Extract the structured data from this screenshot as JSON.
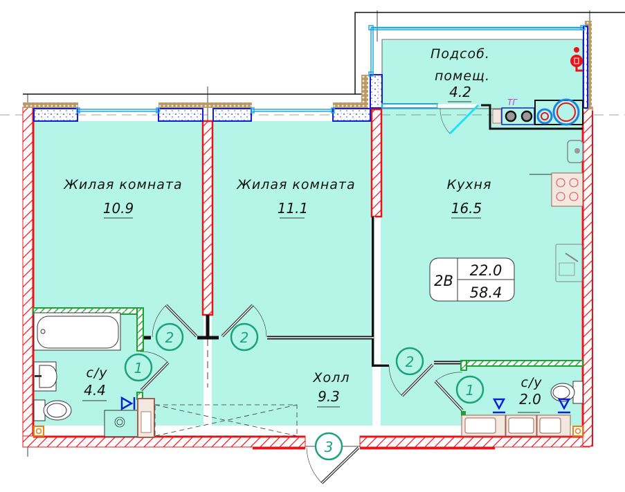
{
  "plan": {
    "apartment_type": "2В",
    "living_area": "22.0",
    "total_area": "58.4",
    "rooms": [
      {
        "id": "bedroom1",
        "name": "Жилая комната",
        "area": "10.9"
      },
      {
        "id": "bedroom2",
        "name": "Жилая комната",
        "area": "11.1"
      },
      {
        "id": "kitchen",
        "name": "Кухня",
        "area": "16.5"
      },
      {
        "id": "utility",
        "name_line1": "Подсоб.",
        "name_line2": "помещ.",
        "area": "4.2"
      },
      {
        "id": "bath1",
        "name": "с/у",
        "area": "4.4"
      },
      {
        "id": "hall",
        "name": "Холл",
        "area": "9.3"
      },
      {
        "id": "bath2",
        "name": "с/у",
        "area": "2.0"
      }
    ],
    "door_tags": [
      "1",
      "2",
      "2",
      "1",
      "2",
      "3"
    ],
    "riser_label": "ТГ"
  },
  "colors": {
    "floor": "#b4f5e8",
    "wall_red": "#e8141a",
    "wall_green": "#1aa332",
    "window": "#1ea9e0",
    "tag": "#1aa37a",
    "insulation": "#b89a6a",
    "blue_block": "#1020d0",
    "orange_vent": "#e88010",
    "riser_text": "#c23bd6"
  }
}
